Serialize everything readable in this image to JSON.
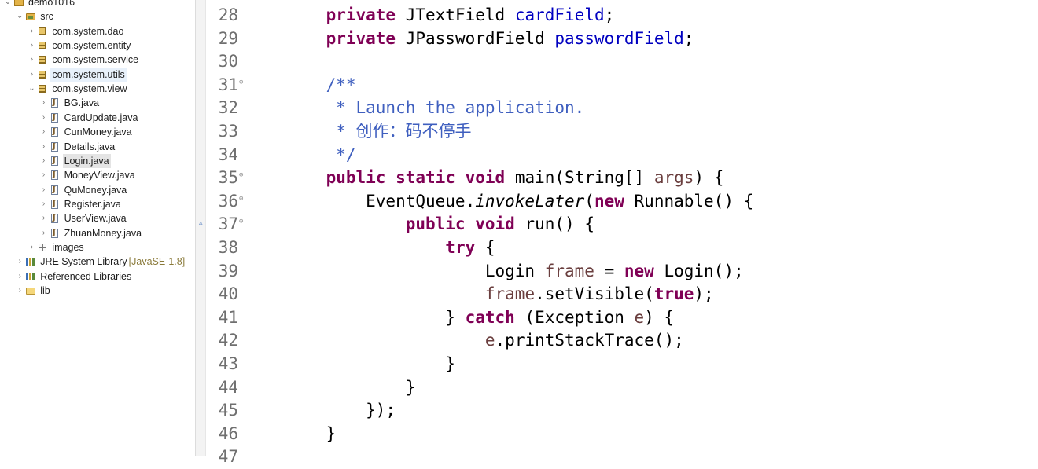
{
  "explorer": {
    "items": [
      {
        "label": "demo1016",
        "depth": 0,
        "icon": "project-icon",
        "expanded": true,
        "name": "tree-item-demo1016"
      },
      {
        "label": "src",
        "depth": 1,
        "icon": "source-folder-icon",
        "expanded": true,
        "name": "tree-item-src"
      },
      {
        "label": "com.system.dao",
        "depth": 2,
        "icon": "package-icon",
        "expanded": false,
        "name": "tree-item-com-system-dao"
      },
      {
        "label": "com.system.entity",
        "depth": 2,
        "icon": "package-icon",
        "expanded": false,
        "name": "tree-item-com-system-entity"
      },
      {
        "label": "com.system.service",
        "depth": 2,
        "icon": "package-icon",
        "expanded": false,
        "name": "tree-item-com-system-service"
      },
      {
        "label": "com.system.utils",
        "depth": 2,
        "icon": "package-icon",
        "expanded": false,
        "hover": true,
        "name": "tree-item-com-system-utils"
      },
      {
        "label": "com.system.view",
        "depth": 2,
        "icon": "package-icon",
        "expanded": true,
        "name": "tree-item-com-system-view"
      },
      {
        "label": "BG.java",
        "depth": 3,
        "icon": "java-file-icon",
        "expanded": false,
        "name": "tree-item-bg-java"
      },
      {
        "label": "CardUpdate.java",
        "depth": 3,
        "icon": "java-file-icon",
        "expanded": false,
        "name": "tree-item-cardupdate-java"
      },
      {
        "label": "CunMoney.java",
        "depth": 3,
        "icon": "java-file-icon",
        "expanded": false,
        "name": "tree-item-cunmoney-java"
      },
      {
        "label": "Details.java",
        "depth": 3,
        "icon": "java-file-icon",
        "expanded": false,
        "name": "tree-item-details-java"
      },
      {
        "label": "Login.java",
        "depth": 3,
        "icon": "java-file-icon",
        "expanded": false,
        "selected": true,
        "name": "tree-item-login-java"
      },
      {
        "label": "MoneyView.java",
        "depth": 3,
        "icon": "java-file-icon",
        "expanded": false,
        "name": "tree-item-moneyview-java"
      },
      {
        "label": "QuMoney.java",
        "depth": 3,
        "icon": "java-file-icon",
        "expanded": false,
        "name": "tree-item-qumoney-java"
      },
      {
        "label": "Register.java",
        "depth": 3,
        "icon": "java-file-icon",
        "expanded": false,
        "name": "tree-item-register-java"
      },
      {
        "label": "UserView.java",
        "depth": 3,
        "icon": "java-file-icon",
        "expanded": false,
        "name": "tree-item-userview-java"
      },
      {
        "label": "ZhuanMoney.java",
        "depth": 3,
        "icon": "java-file-icon",
        "expanded": false,
        "name": "tree-item-zhuanmoney-java"
      },
      {
        "label": "images",
        "depth": 2,
        "icon": "images-package-icon",
        "expanded": false,
        "name": "tree-item-images"
      },
      {
        "label": "JRE System Library",
        "decoration": "[JavaSE-1.8]",
        "depth": 1,
        "icon": "library-icon",
        "expanded": false,
        "name": "tree-item-jre-system-library"
      },
      {
        "label": "Referenced Libraries",
        "depth": 1,
        "icon": "library-icon",
        "expanded": false,
        "name": "tree-item-referenced-libraries"
      },
      {
        "label": "lib",
        "depth": 1,
        "icon": "folder-icon",
        "expanded": false,
        "name": "tree-item-lib"
      }
    ]
  },
  "editor": {
    "lines": [
      {
        "num": "28",
        "fold": "",
        "tokens": [
          [
            "    ",
            "plain"
          ],
          [
            "private",
            "kw"
          ],
          [
            " JTextField ",
            "plain"
          ],
          [
            "cardField",
            "fld"
          ],
          [
            ";",
            "plain"
          ]
        ]
      },
      {
        "num": "29",
        "fold": "",
        "tokens": [
          [
            "    ",
            "plain"
          ],
          [
            "private",
            "kw"
          ],
          [
            " JPasswordField ",
            "plain"
          ],
          [
            "passwordField",
            "fld"
          ],
          [
            ";",
            "plain"
          ]
        ]
      },
      {
        "num": "30",
        "fold": "",
        "tokens": []
      },
      {
        "num": "31",
        "fold": "⊖",
        "tokens": [
          [
            "    ",
            "plain"
          ],
          [
            "/**",
            "jd"
          ]
        ]
      },
      {
        "num": "32",
        "fold": "",
        "tokens": [
          [
            "     * Launch the application.",
            "jd"
          ]
        ]
      },
      {
        "num": "33",
        "fold": "",
        "tokens": [
          [
            "     * 创作：码不停手",
            "jd"
          ]
        ]
      },
      {
        "num": "34",
        "fold": "",
        "tokens": [
          [
            "     */",
            "jd"
          ]
        ]
      },
      {
        "num": "35",
        "fold": "⊖",
        "tokens": [
          [
            "    ",
            "plain"
          ],
          [
            "public",
            "kw"
          ],
          [
            " ",
            "plain"
          ],
          [
            "static",
            "kw"
          ],
          [
            " ",
            "plain"
          ],
          [
            "void",
            "kw"
          ],
          [
            " main(String[] ",
            "plain"
          ],
          [
            "args",
            "var"
          ],
          [
            ") {",
            "plain"
          ]
        ]
      },
      {
        "num": "36",
        "fold": "⊖",
        "tokens": [
          [
            "        EventQueue.",
            "plain"
          ],
          [
            "invokeLater",
            "it"
          ],
          [
            "(",
            "plain"
          ],
          [
            "new",
            "kw"
          ],
          [
            " Runnable() {",
            "plain"
          ]
        ]
      },
      {
        "num": "37",
        "fold": "⊖",
        "tokens": [
          [
            "            ",
            "plain"
          ],
          [
            "public",
            "kw"
          ],
          [
            " ",
            "plain"
          ],
          [
            "void",
            "kw"
          ],
          [
            " run() {",
            "plain"
          ]
        ]
      },
      {
        "num": "38",
        "fold": "",
        "tokens": [
          [
            "                ",
            "plain"
          ],
          [
            "try",
            "kw"
          ],
          [
            " {",
            "plain"
          ]
        ]
      },
      {
        "num": "39",
        "fold": "",
        "tokens": [
          [
            "                    Login ",
            "plain"
          ],
          [
            "frame",
            "var"
          ],
          [
            " = ",
            "plain"
          ],
          [
            "new",
            "kw"
          ],
          [
            " Login();",
            "plain"
          ]
        ]
      },
      {
        "num": "40",
        "fold": "",
        "tokens": [
          [
            "                    ",
            "plain"
          ],
          [
            "frame",
            "var"
          ],
          [
            ".setVisible(",
            "plain"
          ],
          [
            "true",
            "kw"
          ],
          [
            ");",
            "plain"
          ]
        ]
      },
      {
        "num": "41",
        "fold": "",
        "tokens": [
          [
            "                } ",
            "plain"
          ],
          [
            "catch",
            "kw"
          ],
          [
            " (Exception ",
            "plain"
          ],
          [
            "e",
            "var"
          ],
          [
            ") {",
            "plain"
          ]
        ]
      },
      {
        "num": "42",
        "fold": "",
        "tokens": [
          [
            "                    ",
            "plain"
          ],
          [
            "e",
            "var"
          ],
          [
            ".printStackTrace();",
            "plain"
          ]
        ]
      },
      {
        "num": "43",
        "fold": "",
        "tokens": [
          [
            "                }",
            "plain"
          ]
        ]
      },
      {
        "num": "44",
        "fold": "",
        "tokens": [
          [
            "            }",
            "plain"
          ]
        ]
      },
      {
        "num": "45",
        "fold": "",
        "tokens": [
          [
            "        });",
            "plain"
          ]
        ]
      },
      {
        "num": "46",
        "fold": "",
        "tokens": [
          [
            "    }",
            "plain"
          ]
        ]
      },
      {
        "num": "47",
        "fold": "",
        "tokens": []
      }
    ]
  },
  "sash": {
    "marker": "▵"
  }
}
